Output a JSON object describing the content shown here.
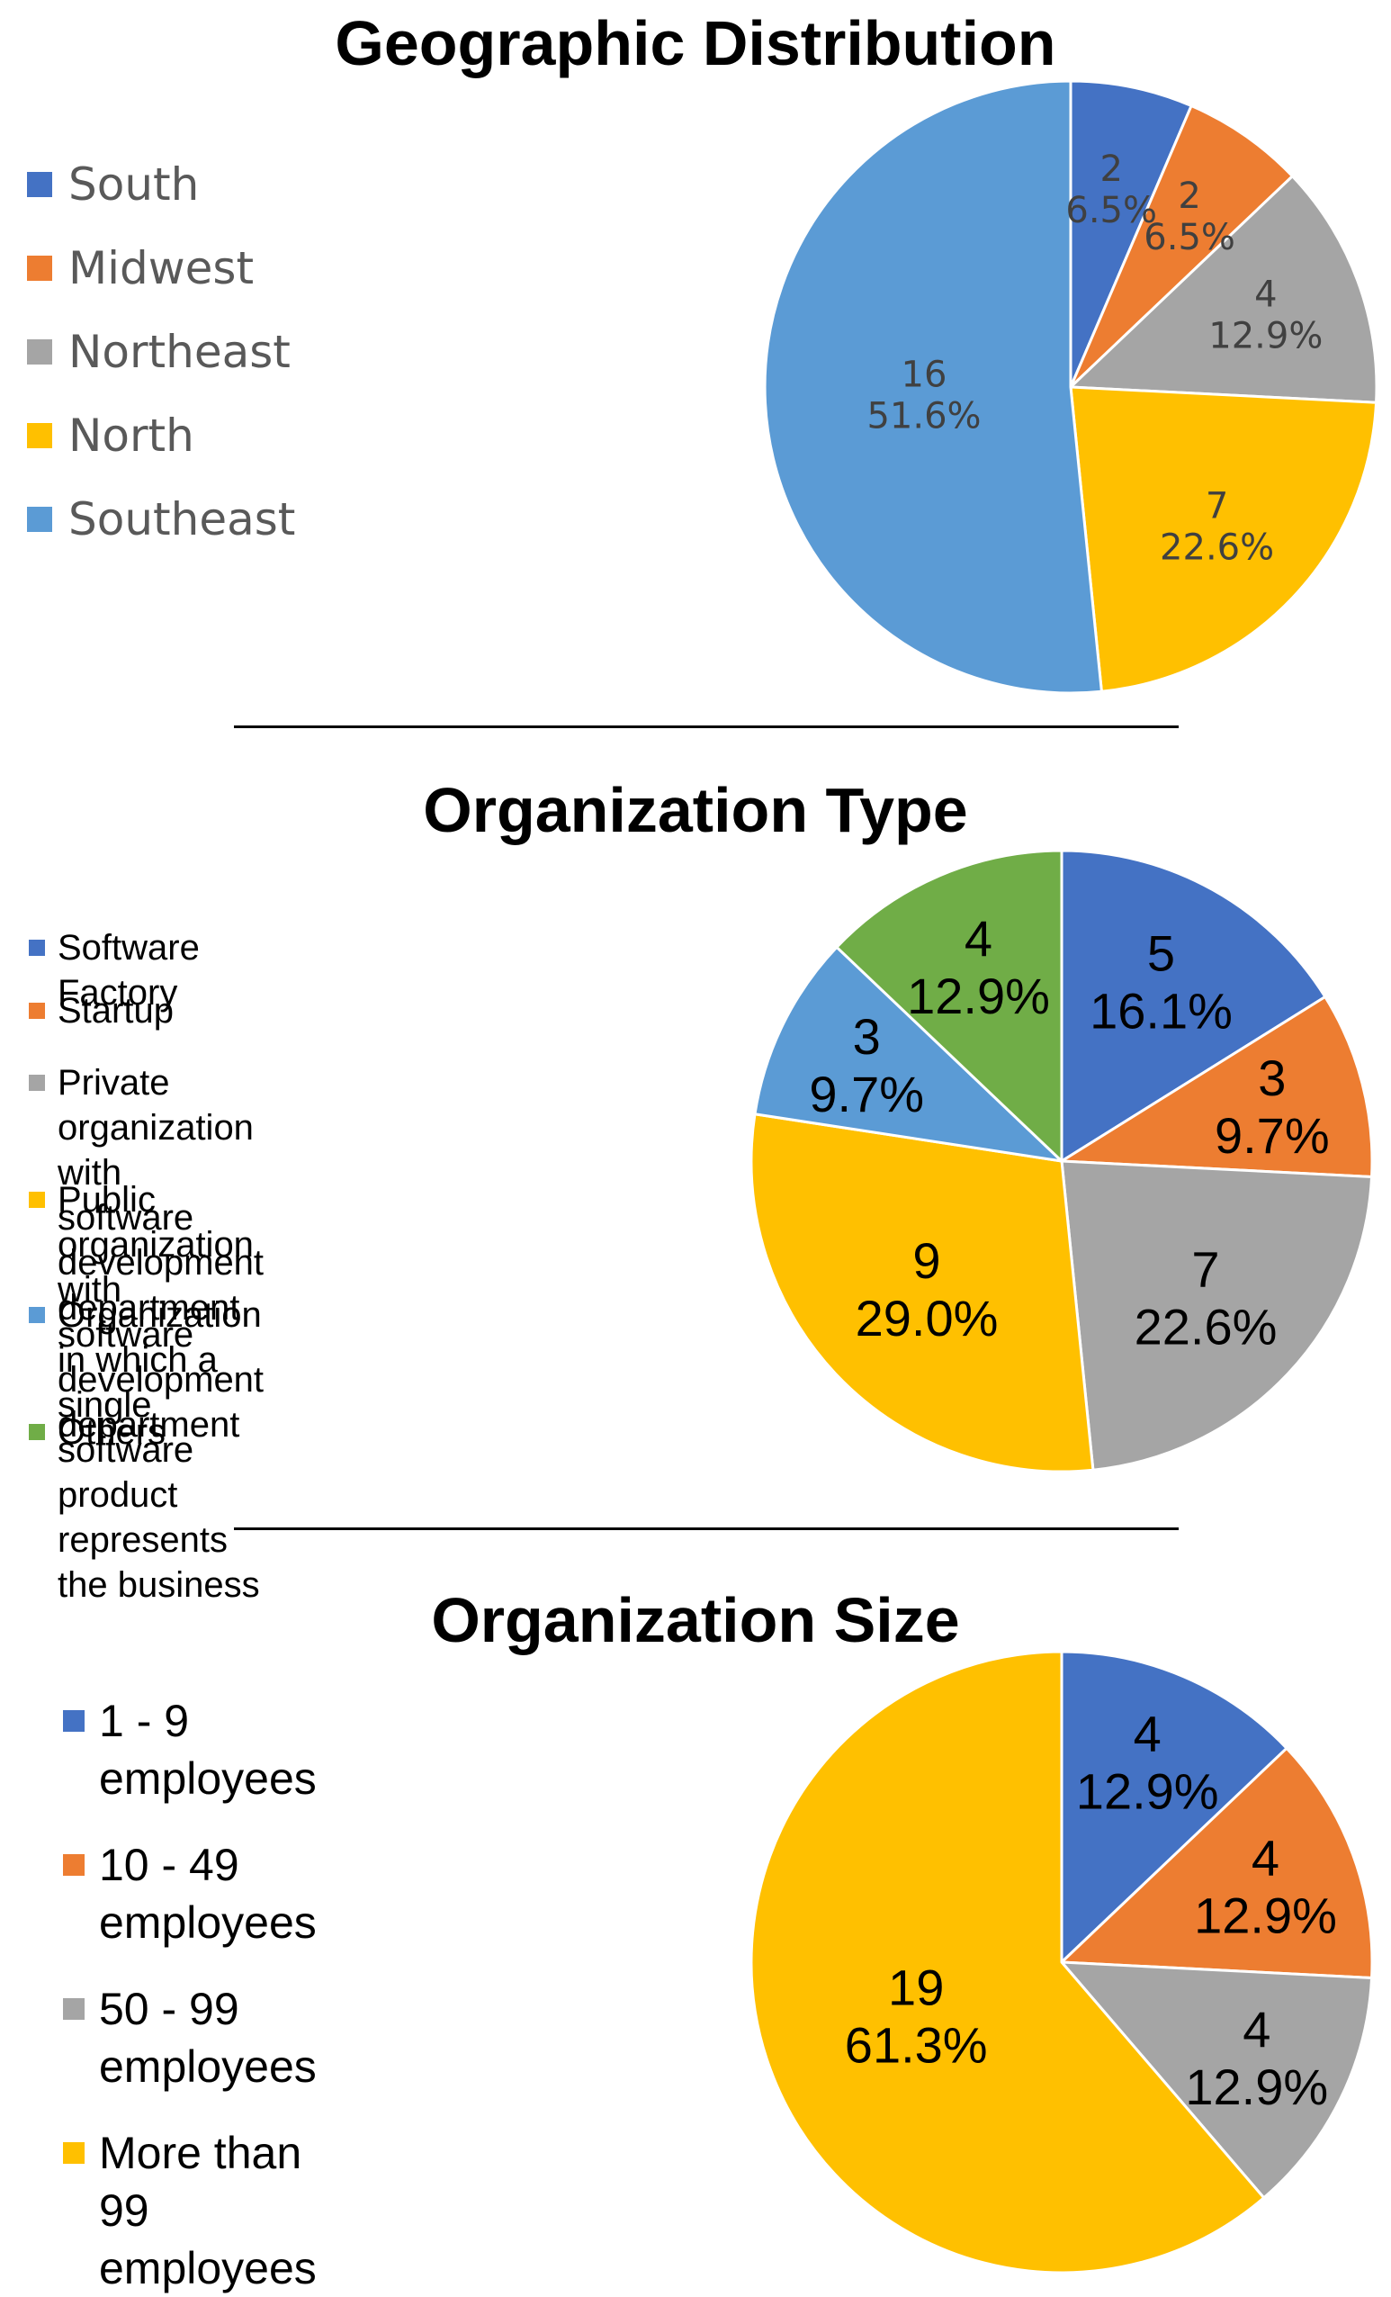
{
  "chart_data": [
    {
      "type": "pie",
      "title": "Geographic Distribution",
      "categories": [
        "South",
        "Midwest",
        "Northeast",
        "North",
        "Southeast"
      ],
      "values": [
        2,
        2,
        4,
        7,
        16
      ],
      "percent_labels": [
        "6.5%",
        "6.5%",
        "12.9%",
        "22.6%",
        "51.6%"
      ],
      "colors": [
        "#4472C4",
        "#ED7D31",
        "#A5A5A5",
        "#FFC000",
        "#5B9BD5"
      ],
      "label_color": "#404040",
      "legend_placement": "left",
      "start": "top",
      "direction": "clockwise"
    },
    {
      "type": "pie",
      "title": "Organization Type",
      "categories": [
        "Software Factory",
        "Startup",
        "Private organization with software\ndevelopment department",
        "Public organization with software\ndevelopment department",
        "Organization in which a single software\nproduct represents the business",
        "Others"
      ],
      "values": [
        5,
        3,
        7,
        9,
        3,
        4
      ],
      "percent_labels": [
        "16.1%",
        "9.7%",
        "22.6%",
        "29.0%",
        "9.7%",
        "12.9%"
      ],
      "colors": [
        "#4472C4",
        "#ED7D31",
        "#A5A5A5",
        "#FFC000",
        "#5B9BD5",
        "#70AD47"
      ],
      "label_color": "#000000",
      "legend_placement": "left",
      "start": "top",
      "direction": "clockwise"
    },
    {
      "type": "pie",
      "title": "Organization Size",
      "categories": [
        "1 - 9 employees",
        "10 - 49 employees",
        "50 - 99 employees",
        "More than 99 employees"
      ],
      "values": [
        4,
        4,
        4,
        19
      ],
      "percent_labels": [
        "12.9%",
        "12.9%",
        "12.9%",
        "61.3%"
      ],
      "colors": [
        "#4472C4",
        "#ED7D31",
        "#A5A5A5",
        "#FFC000"
      ],
      "label_color": "#000000",
      "legend_placement": "left",
      "start": "top",
      "direction": "clockwise"
    }
  ]
}
